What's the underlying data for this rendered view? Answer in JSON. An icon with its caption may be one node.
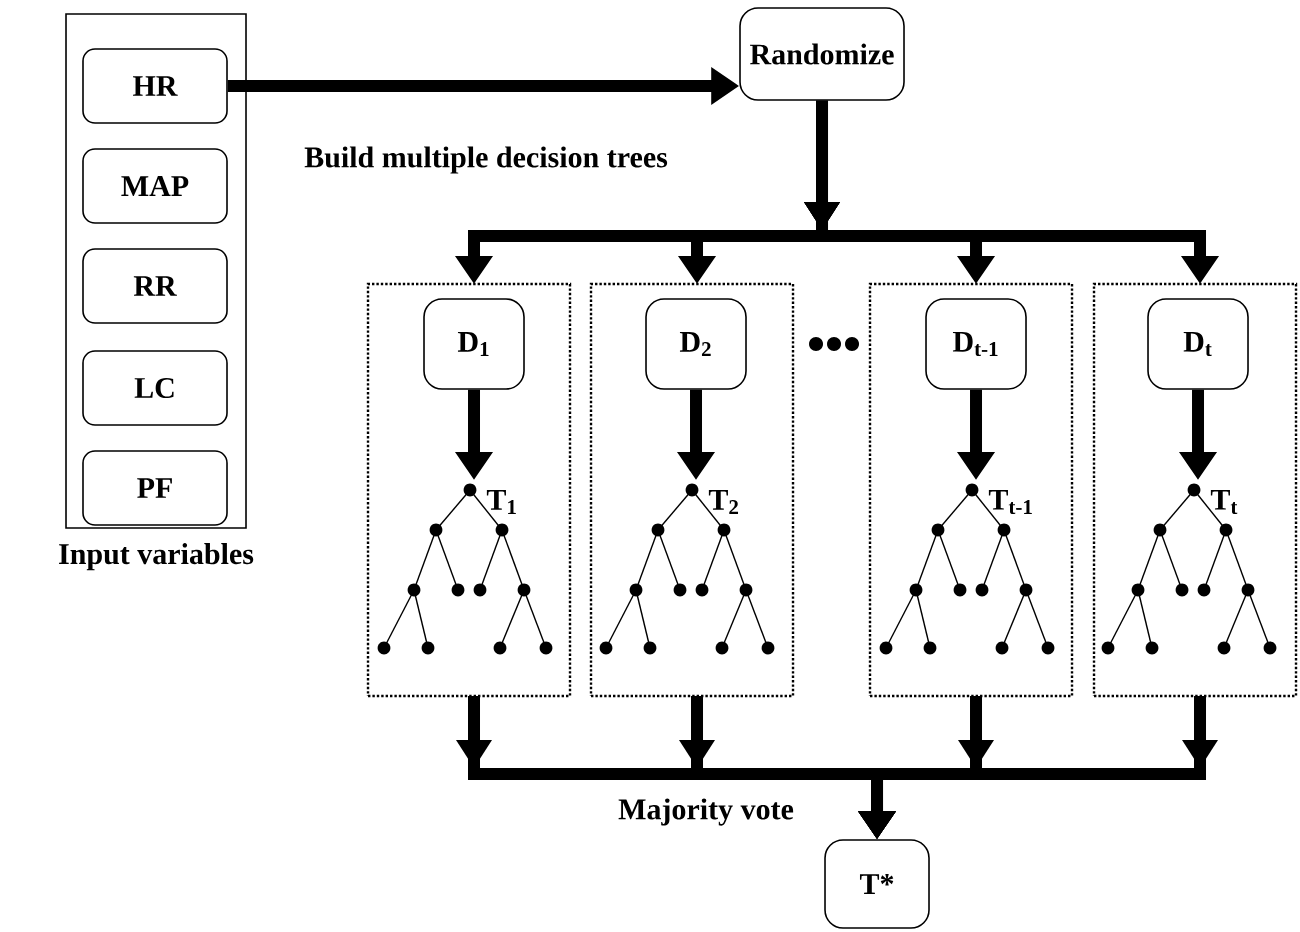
{
  "diagram": {
    "nodes": [
      {
        "text": [
          "Input variables"
        ]
      },
      {
        "text": [
          "HR"
        ],
        "in": 0
      },
      {
        "text": [
          "MAP"
        ],
        "in": 0
      },
      {
        "text": [
          "RR"
        ],
        "in": 0
      },
      {
        "text": [
          "LC"
        ],
        "in": 0
      },
      {
        "text": [
          "PF"
        ],
        "in": 0
      },
      {
        "text": [
          "Randomize"
        ]
      },
      {
        "text": [],
        "shape": "box"
      },
      {
        "text": [
          "D$_{1}$"
        ],
        "in": 7
      },
      {
        "text": [
          "T$_{1}$"
        ],
        "in": 7
      },
      {
        "text": [],
        "shape": "box"
      },
      {
        "text": [
          "D$_{2}$"
        ],
        "in": 10
      },
      {
        "text": [
          "T$_{2}$"
        ],
        "in": 10
      },
      {
        "text": [],
        "shape": "box"
      },
      {
        "text": [
          "D$_{t-1}$"
        ],
        "in": 13
      },
      {
        "text": [
          "T$_{t-1}$"
        ],
        "in": 13
      },
      {
        "text": [],
        "shape": "box"
      },
      {
        "text": [
          "D$_{t}$"
        ],
        "in": 16
      },
      {
        "text": [
          "T$_{t}$"
        ],
        "in": 16
      },
      {
        "text": [
          "T*"
        ]
      }
    ],
    "edges": [
      {
        "from": 1,
        "to": 6,
        "arrow": "to"
      },
      {
        "from": 6,
        "to": 7,
        "arrow": "to"
      },
      {
        "from": 6,
        "to": 10,
        "arrow": "to"
      },
      {
        "from": 6,
        "to": 13,
        "arrow": "to"
      },
      {
        "from": 6,
        "to": 16,
        "arrow": "to"
      },
      {
        "from": 8,
        "to": 9,
        "arrow": "to"
      },
      {
        "from": 11,
        "to": 12,
        "arrow": "to"
      },
      {
        "from": 14,
        "to": 15,
        "arrow": "to"
      },
      {
        "from": 17,
        "to": 18,
        "arrow": "to"
      },
      {
        "from": 7,
        "to": 19,
        "arrow": "to"
      },
      {
        "from": 10,
        "to": 19,
        "arrow": "to"
      },
      {
        "from": 13,
        "to": 19,
        "arrow": "to"
      },
      {
        "from": 16,
        "to": 19,
        "arrow": "to"
      }
    ],
    "labels": [
      "Build multiple decision trees",
      "Majority vote"
    ]
  }
}
